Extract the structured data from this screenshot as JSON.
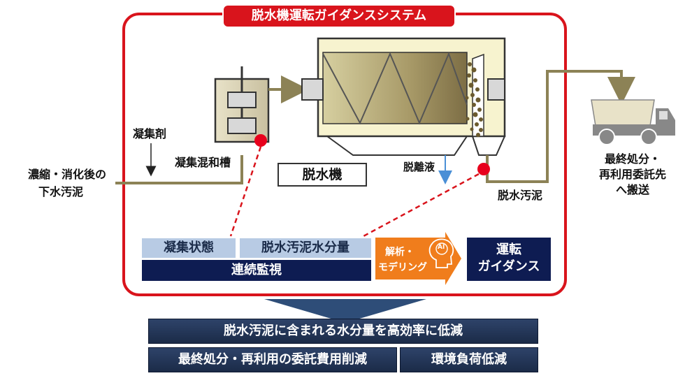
{
  "title": "脱水機運転ガイダンスシステム",
  "labels": {
    "coagulant": "凝集剤",
    "mixing_tank": "凝集混和槽",
    "input_line1": "濃縮・消化後の",
    "input_line2": "下水汚泥",
    "dewatering_machine": "脱水機",
    "filtrate": "脱離液",
    "dewatered_sludge": "脱水汚泥",
    "disposal_line1": "最終処分・",
    "disposal_line2": "再利用委託先",
    "disposal_line3": "へ搬送"
  },
  "monitoring": {
    "item1": "凝集状態",
    "item2": "脱水汚泥水分量",
    "continuous": "連続監視"
  },
  "analysis": {
    "line1": "解析・",
    "line2": "モデリング",
    "ai": "AI"
  },
  "guidance": {
    "line1": "運転",
    "line2": "ガイダンス"
  },
  "results": {
    "main": "脱水汚泥に含まれる水分量を高効率に低減",
    "left": "最終処分・再利用の委託費用削減",
    "right": "環境負荷低減"
  },
  "colors": {
    "frame": "#d9141c",
    "pipe": "#8c8256",
    "navy": "#0e1c52",
    "light_blue": "#b8cbe4",
    "orange": "#f07d1c",
    "sensor": "#e8001c"
  }
}
